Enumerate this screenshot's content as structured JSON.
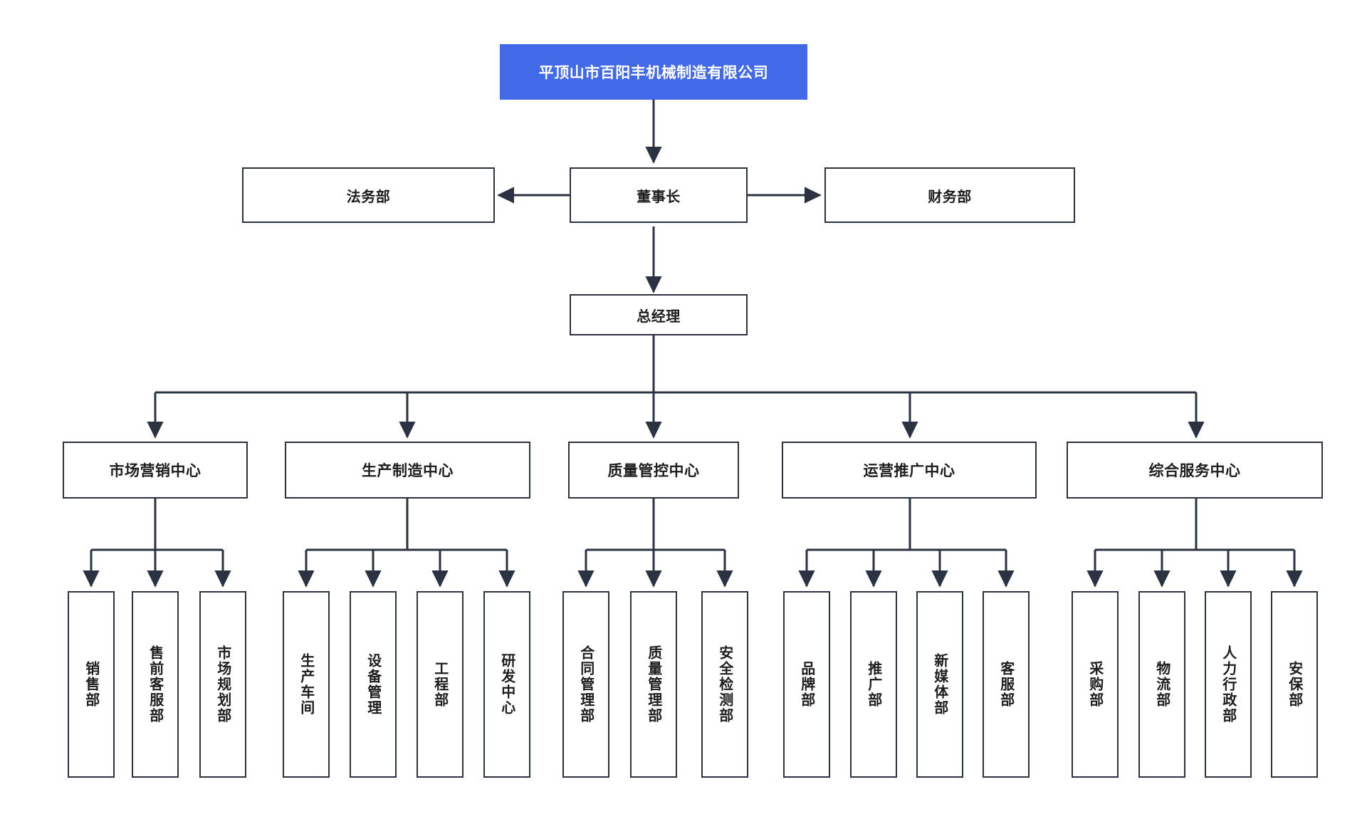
{
  "colors": {
    "root_fill": "#4169e8",
    "root_text": "#ffffff",
    "node_stroke": "#2b3342",
    "node_fill": "#ffffff",
    "node_text": "#1d1d1d",
    "edge_stroke": "#2b3342",
    "canvas": "#ffffff"
  },
  "chart_data": {
    "type": "diagram",
    "subtype": "organization-chart",
    "title": "平顶山市百阳丰机械制造有限公司",
    "orientation": "top-down",
    "levels": 4,
    "node_count": 27
  },
  "root": {
    "label": "平顶山市百阳丰机械制造有限公司"
  },
  "executive": {
    "chairman": {
      "label": "董事长"
    },
    "legal": {
      "label": "法务部"
    },
    "finance": {
      "label": "财务部"
    },
    "general_manager": {
      "label": "总经理"
    }
  },
  "centers": [
    {
      "id": "marketing",
      "label": "市场营销中心",
      "departments": [
        {
          "label": "销售部"
        },
        {
          "label": "售前客服部"
        },
        {
          "label": "市场规划部"
        }
      ]
    },
    {
      "id": "manufacturing",
      "label": "生产制造中心",
      "departments": [
        {
          "label": "生产车间"
        },
        {
          "label": "设备管理"
        },
        {
          "label": "工程部"
        },
        {
          "label": "研发中心"
        }
      ]
    },
    {
      "id": "quality",
      "label": "质量管控中心",
      "departments": [
        {
          "label": "合同管理部"
        },
        {
          "label": "质量管理部"
        },
        {
          "label": "安全检测部"
        }
      ]
    },
    {
      "id": "operations",
      "label": "运营推广中心",
      "departments": [
        {
          "label": "品牌部"
        },
        {
          "label": "推广部"
        },
        {
          "label": "新媒体部"
        },
        {
          "label": "客服部"
        }
      ]
    },
    {
      "id": "services",
      "label": "综合服务中心",
      "departments": [
        {
          "label": "采购部"
        },
        {
          "label": "物流部"
        },
        {
          "label": "人力行政部"
        },
        {
          "label": "安保部"
        }
      ]
    }
  ]
}
